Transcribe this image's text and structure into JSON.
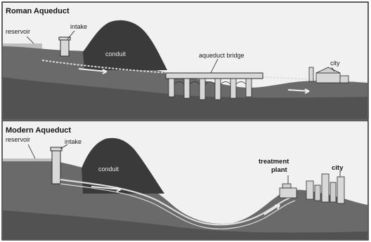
{
  "colors": {
    "sky": "#f1f1f1",
    "ground": "#6a6a6a",
    "ground_dark": "#4c4c4c",
    "hill": "#3a3a3a",
    "water": "#bdbdbd",
    "structure": "#d8d8d8",
    "frame": "#2a2a2a"
  },
  "panels": [
    {
      "title": "Roman Aqueduct",
      "labels": {
        "reservoir": "reservoir",
        "intake": "intake",
        "conduit": "conduit",
        "bridge": "aqueduct bridge",
        "city": "city"
      }
    },
    {
      "title": "Modern Aqueduct",
      "labels": {
        "reservoir": "reservoir",
        "intake": "intake",
        "conduit": "conduit",
        "treatment_line1": "treatment",
        "treatment_line2": "plant",
        "city": "city"
      }
    }
  ]
}
